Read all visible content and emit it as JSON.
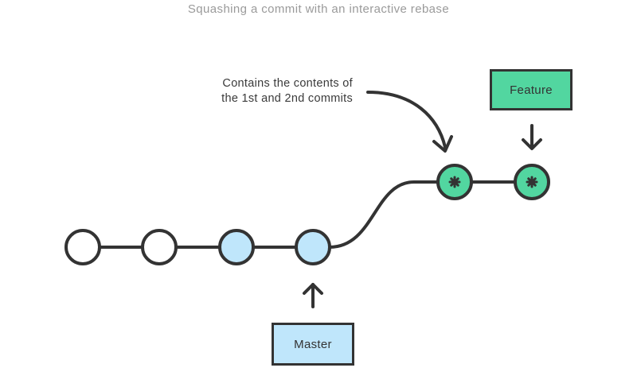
{
  "caption": "Squashing a commit with an interactive rebase",
  "annotation": {
    "line1": "Contains the contents of",
    "line2": "the 1st and 2nd commits"
  },
  "branches": {
    "feature": "Feature",
    "master": "Master"
  },
  "commits": [
    {
      "branch": "base",
      "fill": "#ffffff"
    },
    {
      "branch": "base",
      "fill": "#ffffff"
    },
    {
      "branch": "master",
      "fill": "#bfe6fb"
    },
    {
      "branch": "master",
      "fill": "#bfe6fb"
    },
    {
      "branch": "feature",
      "fill": "#52d6a0",
      "marker": "asterisk"
    },
    {
      "branch": "feature",
      "fill": "#52d6a0",
      "marker": "asterisk"
    }
  ],
  "colors": {
    "stroke": "#333333",
    "master": "#bfe6fb",
    "feature": "#52d6a0",
    "caption": "#9a9a9a"
  }
}
